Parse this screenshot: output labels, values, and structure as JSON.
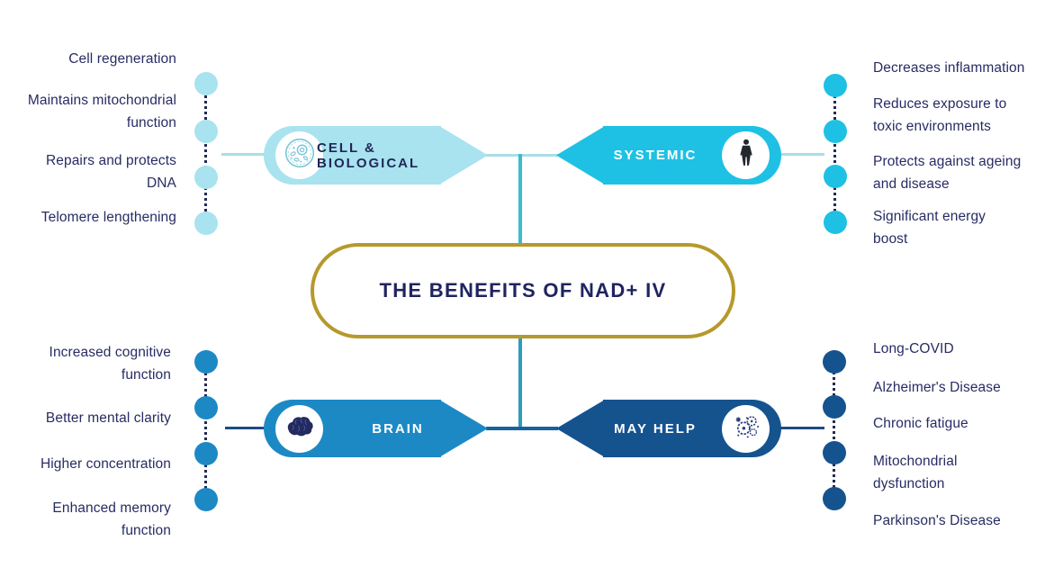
{
  "title": "THE BENEFITS OF NAD+ IV",
  "colors": {
    "light_blue": "#A8E3EF",
    "cyan": "#1EC1E3",
    "blue": "#1C89C5",
    "dark_blue": "#15538F",
    "navy_text": "#272C63",
    "gold_border": "#B5992C",
    "teal_connector_top": "#3ABCCB",
    "teal_connector_bottom": "#2E9CBC"
  },
  "branches": [
    {
      "label": "CELL & BIOLOGICAL",
      "icon": "cell-icon",
      "position": "top-left",
      "color": "#A8E3EF",
      "items": [
        "Cell regeneration",
        "Maintains mitochondrial\nfunction",
        "Repairs and protects\nDNA",
        "Telomere lengthening"
      ]
    },
    {
      "label": "SYSTEMIC",
      "icon": "human-body-icon",
      "position": "top-right",
      "color": "#1EC1E3",
      "items": [
        "Decreases inflammation",
        "Reduces exposure to\ntoxic environments",
        "Protects against ageing\nand disease",
        "Significant energy\nboost"
      ]
    },
    {
      "label": "BRAIN",
      "icon": "brain-icon",
      "position": "bottom-left",
      "color": "#1C89C5",
      "items": [
        "Increased cognitive\nfunction",
        "Better mental clarity",
        "Higher concentration",
        "Enhanced memory\nfunction"
      ]
    },
    {
      "label": "MAY HELP",
      "icon": "virus-icon",
      "position": "bottom-right",
      "color": "#15538F",
      "items": [
        "Long-COVID",
        "Alzheimer's Disease",
        "Chronic fatigue",
        "Mitochondrial\ndysfunction",
        "Parkinson's Disease"
      ]
    }
  ]
}
